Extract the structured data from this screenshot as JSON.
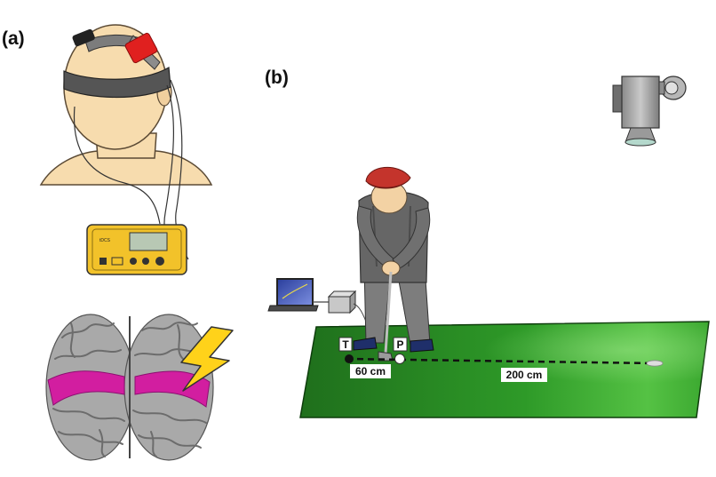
{
  "panels": {
    "a": {
      "label": "(a)"
    },
    "b": {
      "label": "(b)"
    }
  },
  "stimulator": {
    "brand": "tDCS"
  },
  "markers": {
    "tee": "T",
    "putt": "P"
  },
  "distances": {
    "short": "60 cm",
    "long": "200 cm"
  },
  "icons": [
    "head-with-electrodes",
    "stimulator-device",
    "brain-top-view",
    "lightning-bolt-icon",
    "camera-icon",
    "laptop-icon",
    "amplifier-box-icon",
    "golfer",
    "putting-green",
    "golf-hole"
  ],
  "colors": {
    "electrode_red": "#e0201f",
    "electrode_black": "#222222",
    "skin": "#f7dcae",
    "device_yellow": "#f2c22a",
    "brain_highlight": "#d21ea0",
    "bolt_yellow": "#ffd21a",
    "green_light": "#4cc23a",
    "green_dark": "#1e6a1a",
    "cap_red": "#c4342c"
  }
}
